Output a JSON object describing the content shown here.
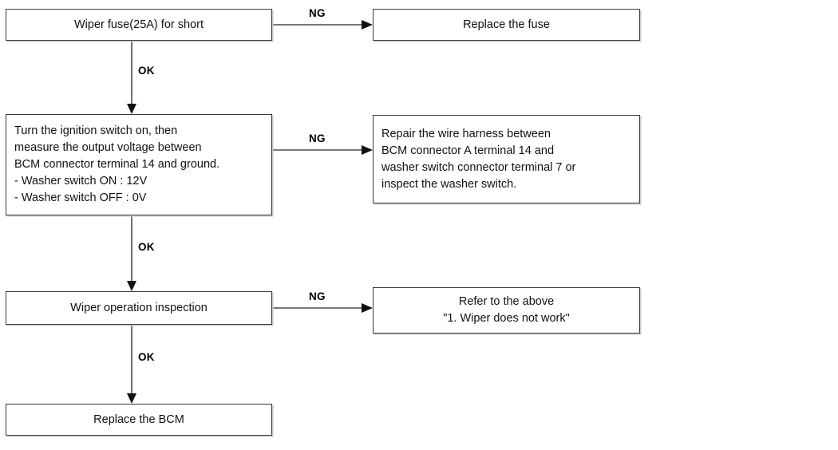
{
  "diagram": {
    "type": "flowchart",
    "orientation": "top-to-bottom with branch-right",
    "nodes": {
      "fuse_check": "Wiper fuse(25A) for short",
      "replace_fuse": "Replace the fuse",
      "voltage_check": "Turn the ignition switch on, then\nmeasure the output voltage between\nBCM connector terminal 14 and ground.\n- Washer switch ON : 12V\n- Washer switch OFF : 0V",
      "repair_harness": "Repair the wire harness between\nBCM connector A terminal 14 and\nwasher switch connector terminal 7 or\ninspect the washer switch.",
      "wiper_operation": "Wiper operation inspection",
      "refer_above": "Refer to the above\n\"1. Wiper does not work\"",
      "replace_bcm": "Replace the BCM"
    },
    "edges": {
      "ng_1": "NG",
      "ng_2": "NG",
      "ng_3": "NG",
      "ok_1": "OK",
      "ok_2": "OK",
      "ok_3": "OK"
    },
    "colors": {
      "box_border": "#3a3a3a",
      "wire": "#4a4a4a",
      "text": "#111111",
      "background": "#ffffff"
    }
  }
}
